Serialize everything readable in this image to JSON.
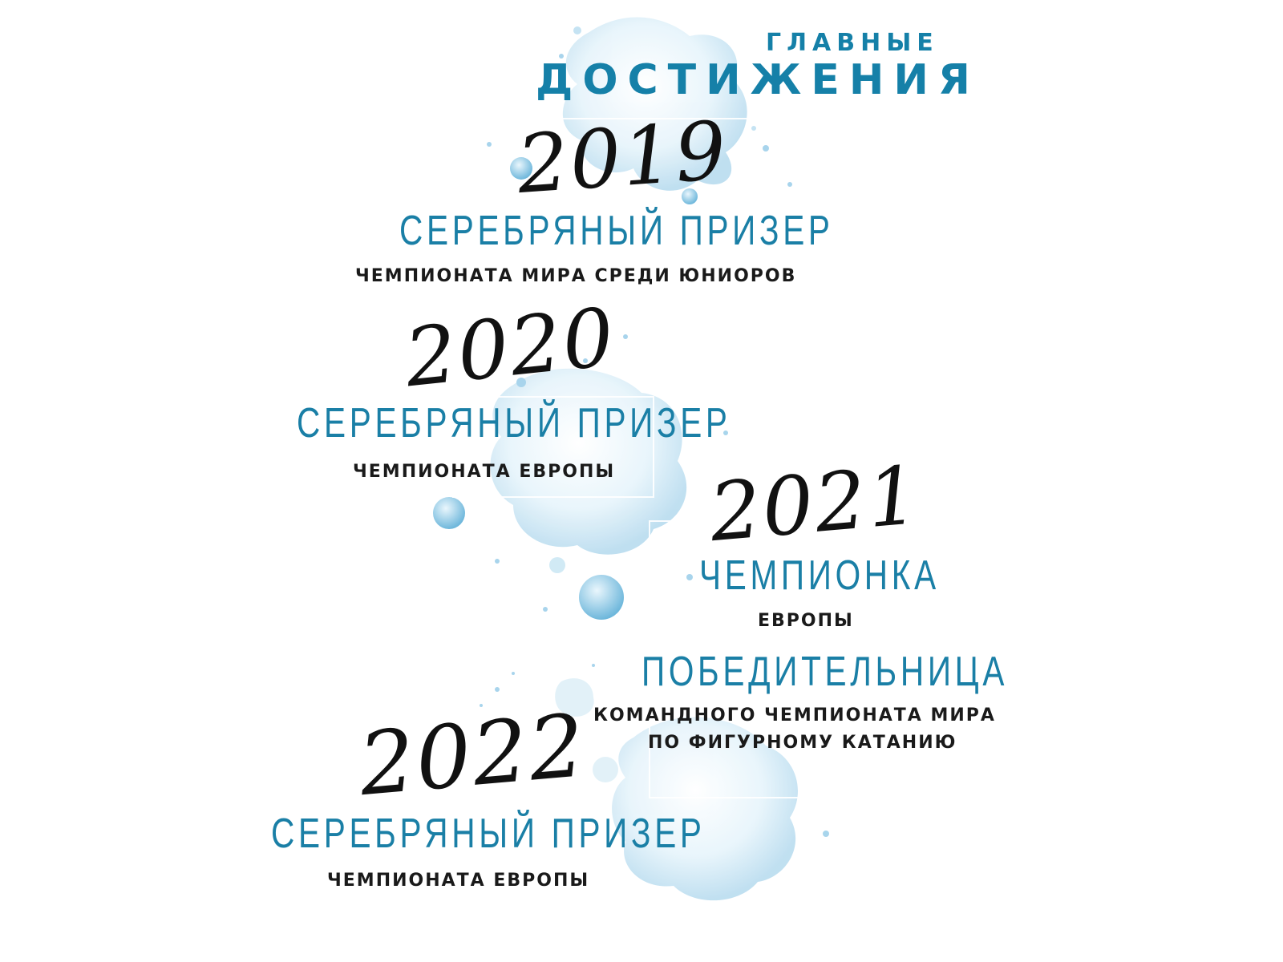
{
  "heading": {
    "line1": "ГЛАВНЫЕ",
    "line2": "ДОСТИЖЕНИЯ"
  },
  "achievements": [
    {
      "year": "2019",
      "title": "СЕРЕБРЯНЫЙ ПРИЗЕР",
      "subtitle": "ЧЕМПИОНАТА МИРА СРЕДИ ЮНИОРОВ"
    },
    {
      "year": "2020",
      "title": "СЕРЕБРЯНЫЙ ПРИЗЕР",
      "subtitle": "ЧЕМПИОНАТА ЕВРОПЫ"
    },
    {
      "year": "2021",
      "title": "ЧЕМПИОНКА",
      "subtitle": "ЕВРОПЫ"
    },
    {
      "year": "2022",
      "title": "СЕРЕБРЯНЫЙ ПРИЗЕР",
      "subtitle": "ЧЕМПИОНАТА ЕВРОПЫ"
    }
  ],
  "extra_achievement": {
    "title": "ПОБЕДИТЕЛЬНИЦА",
    "subtitle_line1": "КОМАНДНОГО ЧЕМПИОНАТА МИРА",
    "subtitle_line2": "ПО ФИГУРНОМУ КАТАНИЮ"
  },
  "colors": {
    "accent": "#1580a8",
    "text": "#1a1a1a",
    "splash": "#bfe1f2"
  }
}
